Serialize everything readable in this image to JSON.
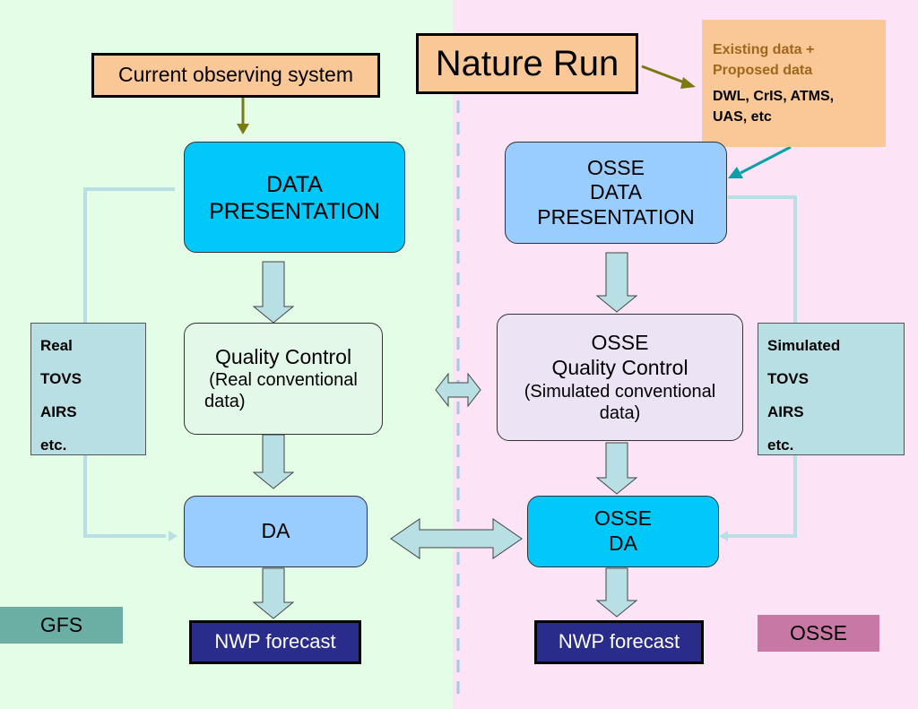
{
  "colors": {
    "left_bg": "#e4fde6",
    "right_bg": "#fce3f6",
    "cyan": "#00c8f8",
    "lightblue": "#99ccff",
    "orange": "#fac896",
    "navy": "#2a2c8c"
  },
  "current_observing_system": "Current observing system",
  "nature_run": "Nature Run",
  "existing": {
    "line1": "Existing data  +",
    "line2": "Proposed data",
    "line3": "DWL, CrIS, ATMS,",
    "line4": "UAS,  etc"
  },
  "left": {
    "data_presentation": [
      "DATA",
      "PRESENTATION"
    ],
    "qc": [
      "Quality Control",
      "(Real conventional",
      "data)"
    ],
    "da": "DA",
    "nwp": "NWP forecast",
    "side": [
      "Real",
      "TOVS",
      "AIRS",
      "etc."
    ],
    "tag": "GFS"
  },
  "right": {
    "data_presentation": [
      "OSSE",
      "DATA",
      "PRESENTATION"
    ],
    "qc": [
      "OSSE",
      "Quality Control",
      "(Simulated conventional",
      "data)"
    ],
    "da": [
      "OSSE",
      "DA"
    ],
    "nwp": "NWP forecast",
    "side": [
      "Simulated",
      "TOVS",
      "AIRS",
      "etc."
    ],
    "tag": "OSSE"
  }
}
